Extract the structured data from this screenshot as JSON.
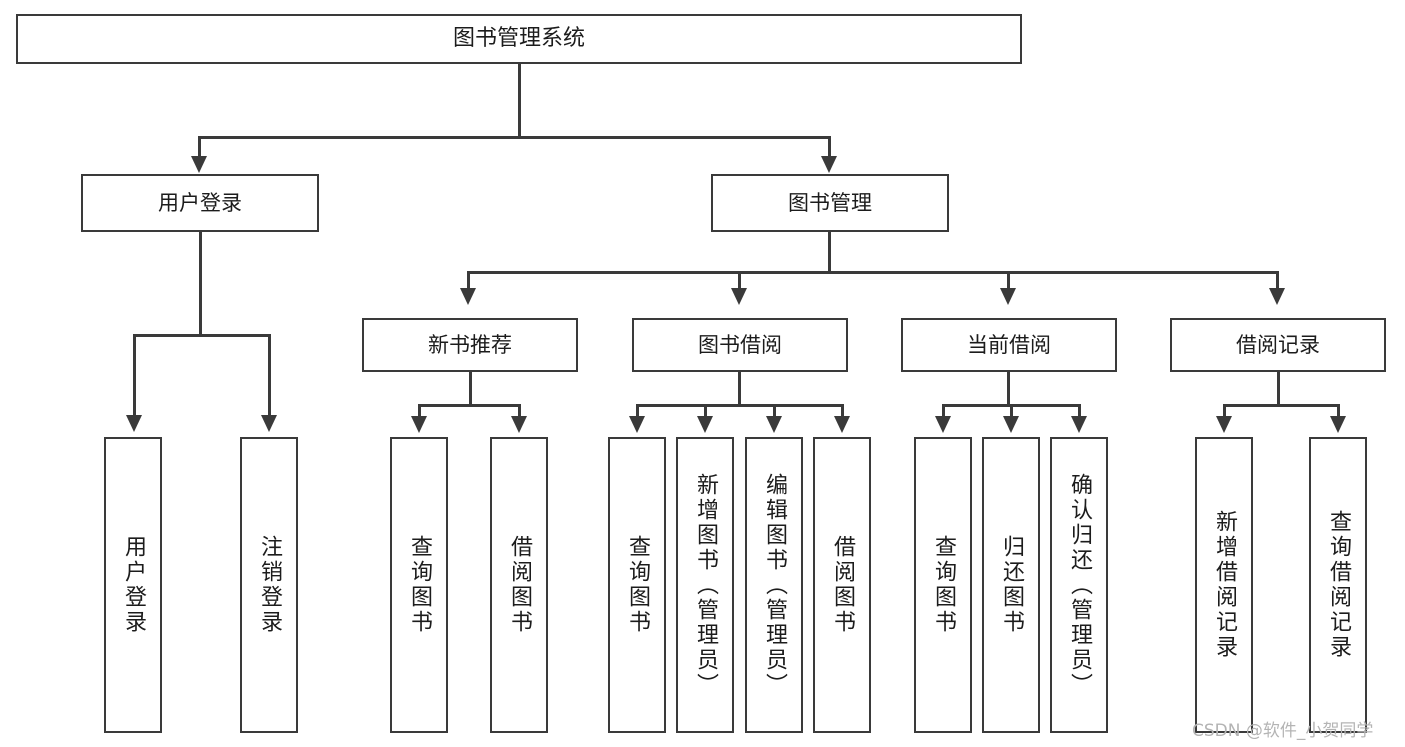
{
  "diagram": {
    "title_node": {
      "label": "图书管理系统"
    },
    "level2": [
      {
        "id": "user-login",
        "label": "用户登录"
      },
      {
        "id": "book-management",
        "label": "图书管理"
      }
    ],
    "level3": [
      {
        "id": "new-book-recommend",
        "label": "新书推荐"
      },
      {
        "id": "book-borrow",
        "label": "图书借阅"
      },
      {
        "id": "current-borrow",
        "label": "当前借阅"
      },
      {
        "id": "borrow-record",
        "label": "借阅记录"
      }
    ],
    "leaves": [
      {
        "id": "user-login-leaf",
        "label": "用户登录"
      },
      {
        "id": "logout-leaf",
        "label": "注销登录"
      },
      {
        "id": "query-book-recommend",
        "label": "查询图书"
      },
      {
        "id": "borrow-book-recommend",
        "label": "借阅图书"
      },
      {
        "id": "query-book-borrow",
        "label": "查询图书"
      },
      {
        "id": "add-book-admin",
        "label": "新增图书（管理员）"
      },
      {
        "id": "edit-book-admin",
        "label": "编辑图书（管理员）"
      },
      {
        "id": "borrow-book",
        "label": "借阅图书"
      },
      {
        "id": "query-book-current",
        "label": "查询图书"
      },
      {
        "id": "return-book",
        "label": "归还图书"
      },
      {
        "id": "confirm-return-admin",
        "label": "确认归还（管理员）"
      },
      {
        "id": "add-borrow-record",
        "label": "新增借阅记录"
      },
      {
        "id": "query-borrow-record",
        "label": "查询借阅记录"
      }
    ],
    "watermark": "CSDN @软件_小贺同学",
    "colors": {
      "stroke": "#3a3a3a",
      "fill": "#ffffff",
      "text": "#1c1c1c",
      "watermark": "#b4b4b4"
    }
  }
}
